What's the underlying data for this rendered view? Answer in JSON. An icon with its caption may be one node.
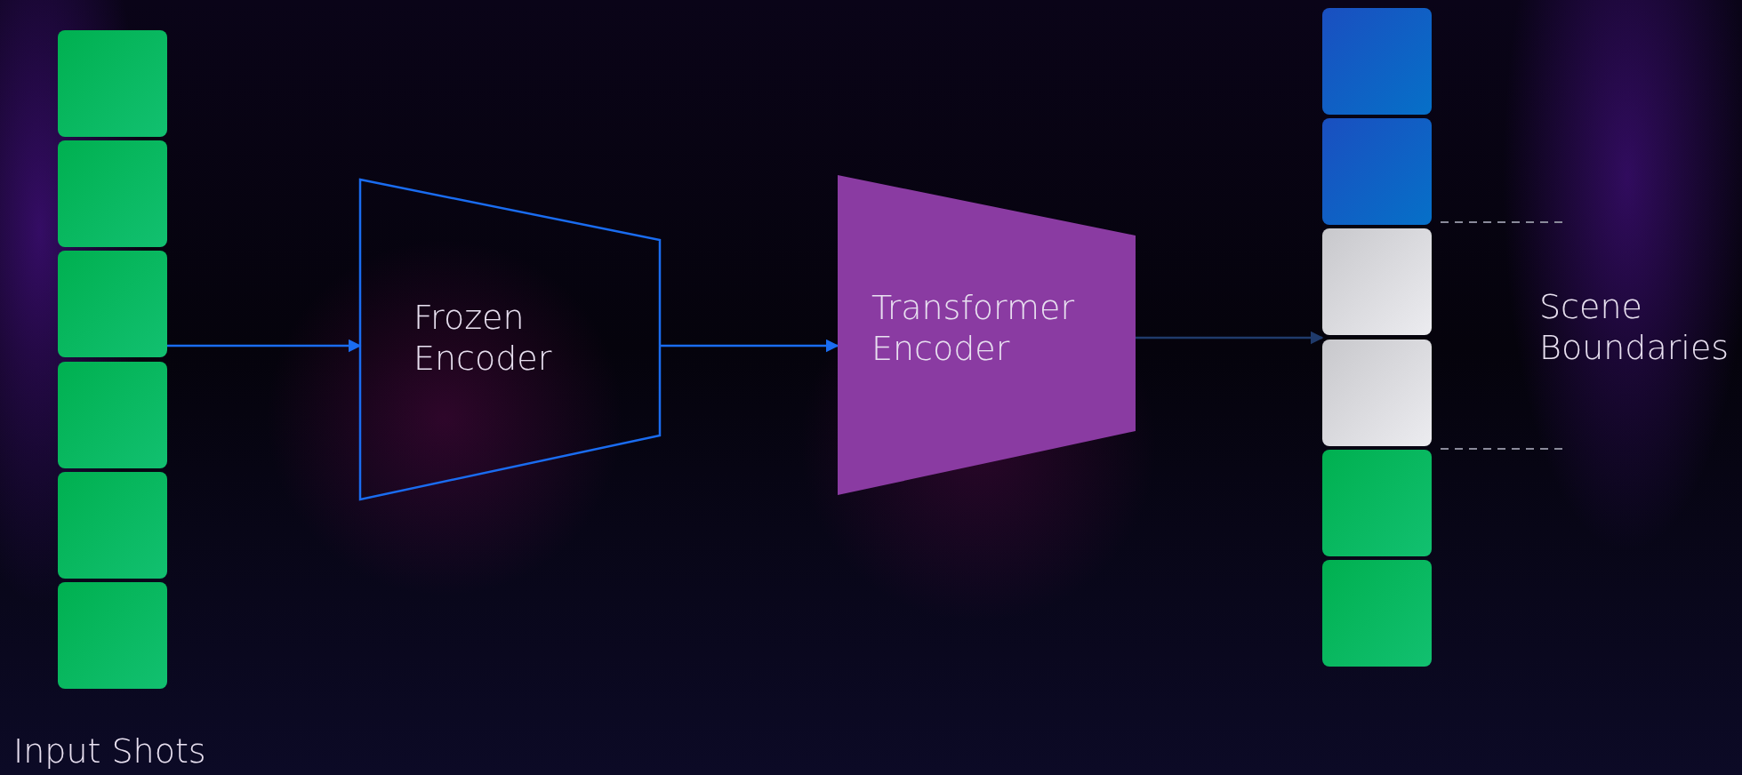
{
  "diagram": {
    "nodes": [
      {
        "text": [],
        "shape": "bar",
        "beside": [
          "Input Shots"
        ]
      },
      {
        "text": [
          "Frozen Encoder"
        ]
      },
      {
        "text": [
          "Transformer Encoder"
        ]
      },
      {
        "text": [],
        "shape": "bar",
        "beside": [
          "Scene Boundaries"
        ]
      }
    ],
    "edges": [
      {
        "from": 0,
        "to": 1,
        "arrow": "to"
      },
      {
        "from": 1,
        "to": 2,
        "arrow": "to"
      },
      {
        "from": 2,
        "to": 3,
        "arrow": "to",
        "color": "#1f3a6b"
      }
    ]
  }
}
